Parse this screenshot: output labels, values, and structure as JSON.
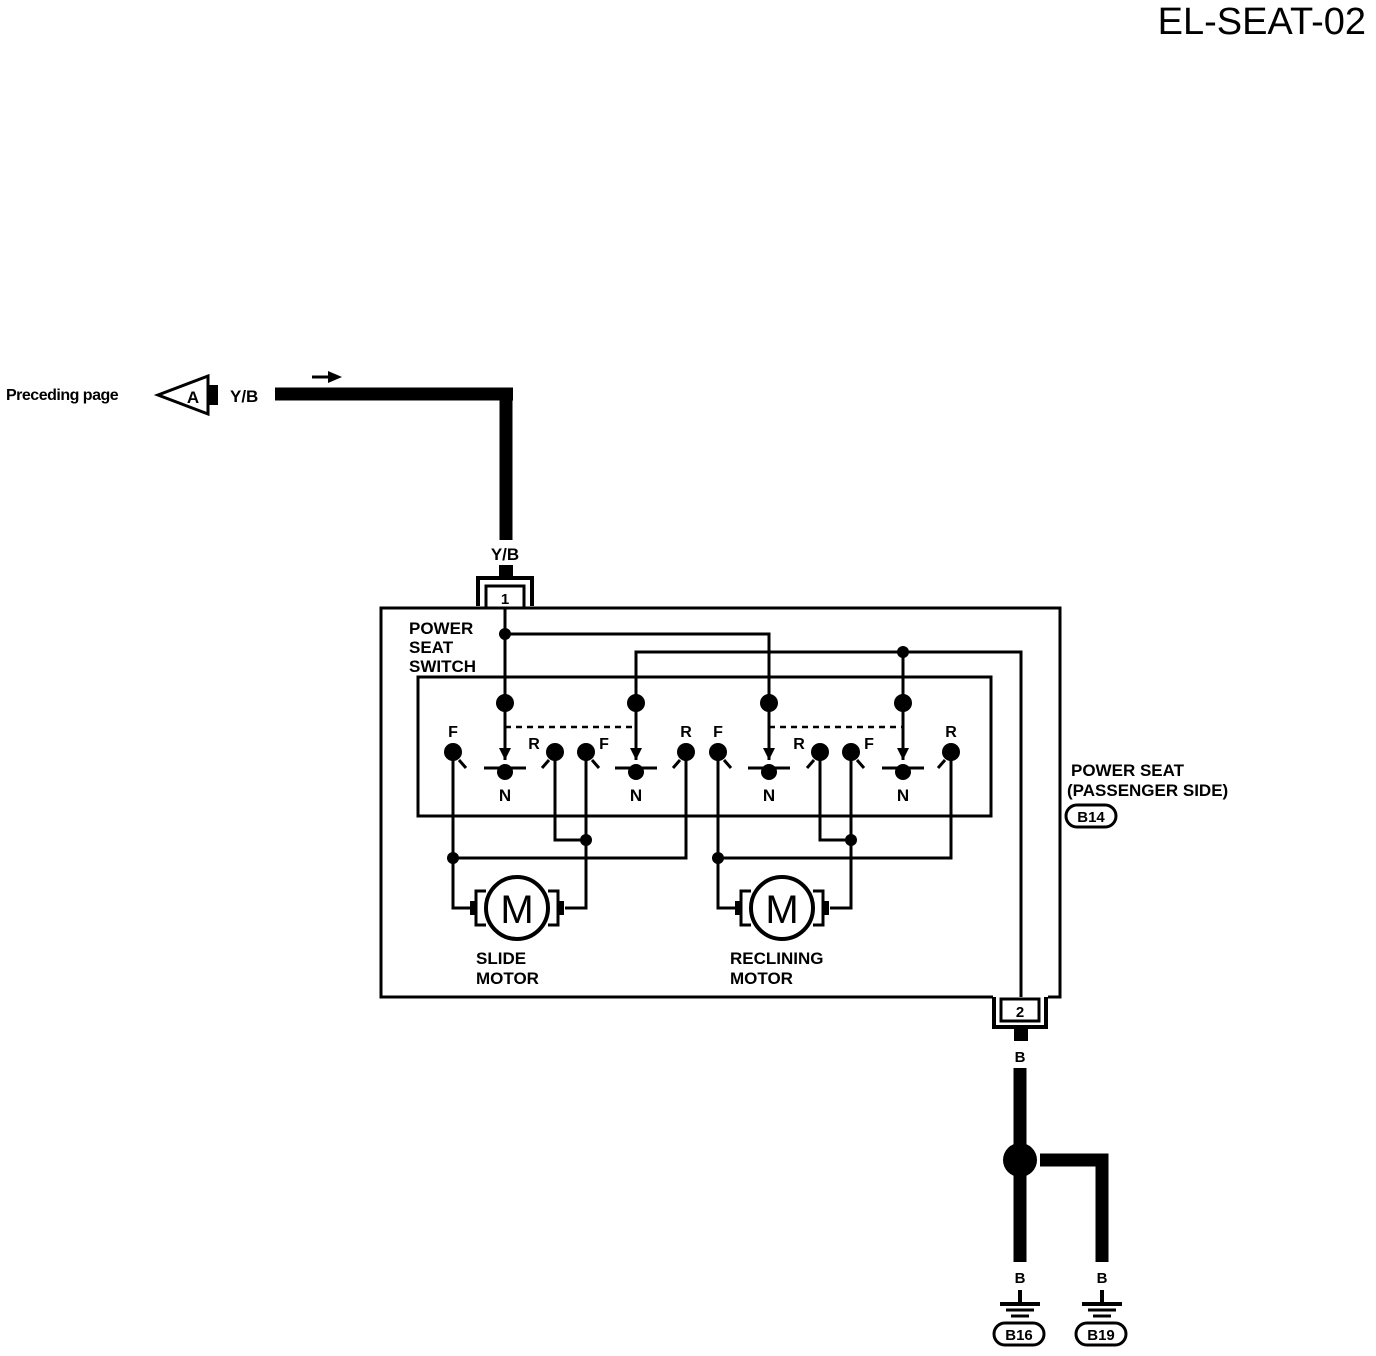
{
  "diagram_id": "EL-SEAT-02",
  "preceding": {
    "text": "Preceding page",
    "connector_letter": "A",
    "wire_color": "Y/B"
  },
  "power_seat_switch": {
    "label_lines": [
      "POWER",
      "SEAT",
      "SWITCH"
    ],
    "pin_in": "1",
    "pin_in_wire": "Y/B"
  },
  "switch_positions": {
    "forward": "F",
    "reverse": "R",
    "neutral": "N"
  },
  "motors": [
    {
      "symbol": "M",
      "label_lines": [
        "SLIDE",
        "MOTOR"
      ]
    },
    {
      "symbol": "M",
      "label_lines": [
        "RECLINING",
        "MOTOR"
      ]
    }
  ],
  "power_seat": {
    "label_lines": [
      "POWER SEAT",
      "(PASSENGER SIDE)"
    ],
    "connector": "B14"
  },
  "ground": {
    "pin": "2",
    "wire_color": "B",
    "branches": [
      {
        "wire_color": "B",
        "connector": "B16"
      },
      {
        "wire_color": "B",
        "connector": "B19"
      }
    ]
  }
}
